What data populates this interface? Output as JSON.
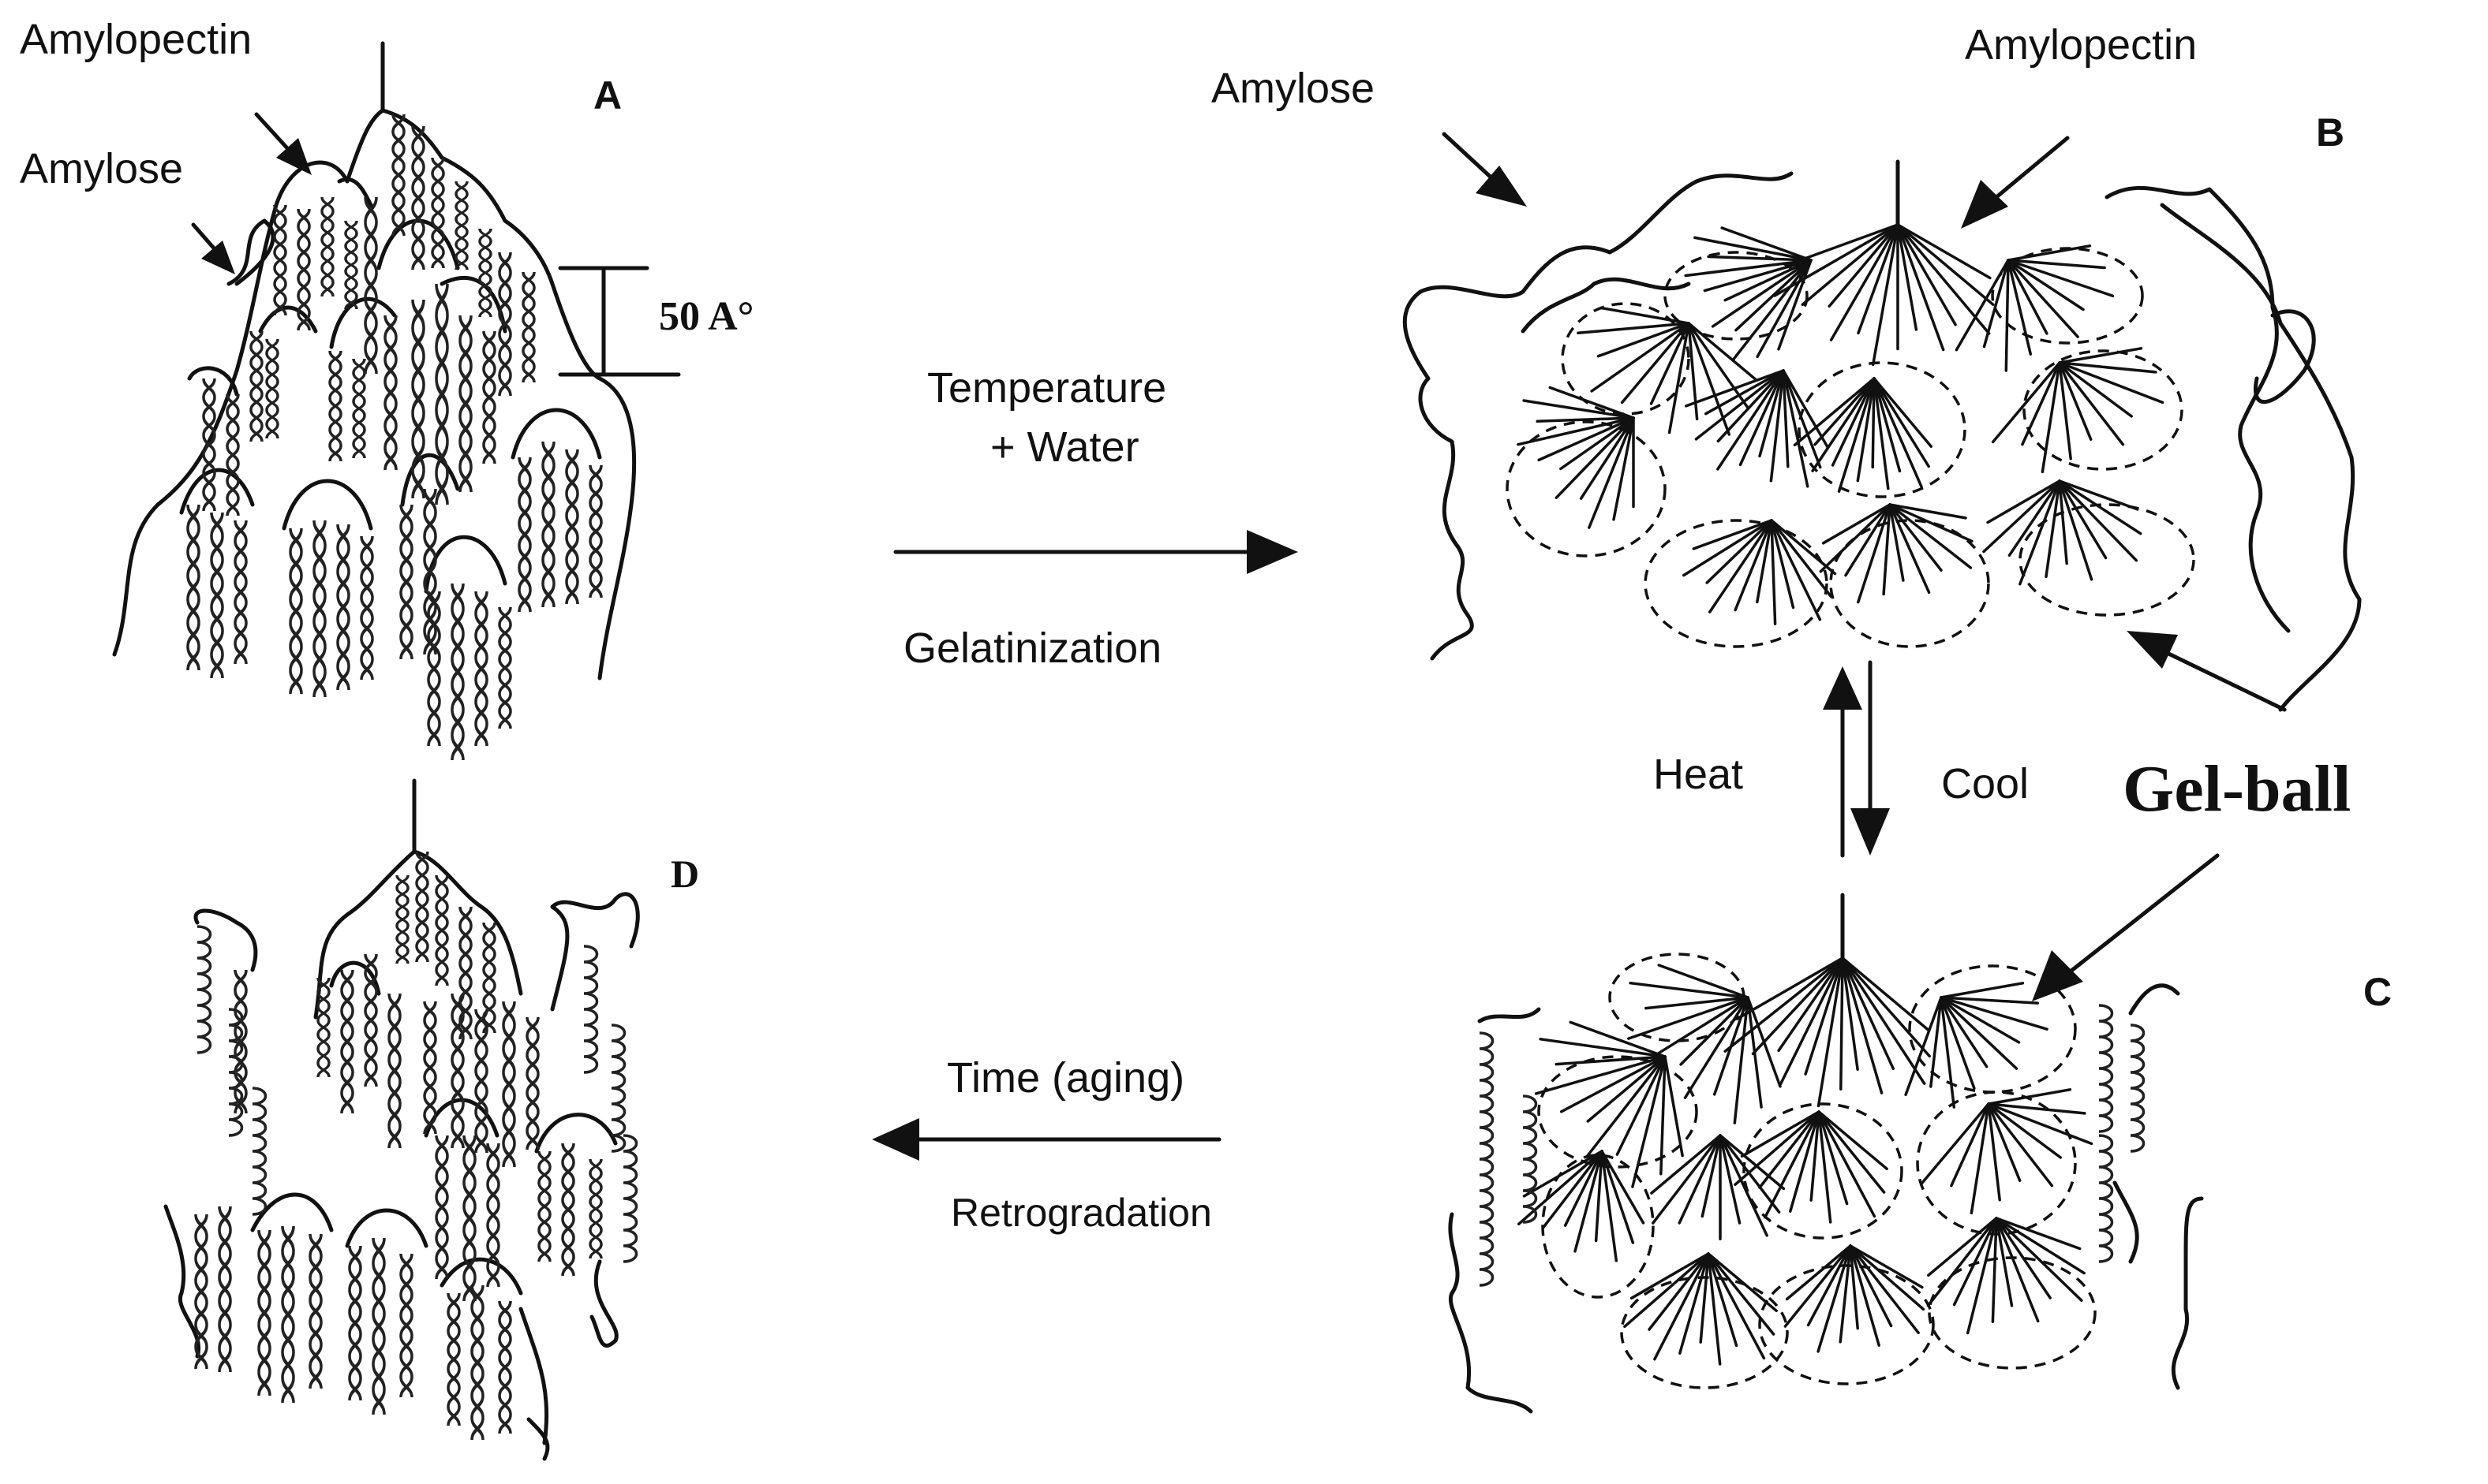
{
  "labels": {
    "a_amylopectin": "Amylopectin",
    "a_amylose": "Amylose",
    "panel_a": "A",
    "scale": "50 A°",
    "b_amylose": "Amylose",
    "b_amylopectin": "Amylopectin",
    "panel_b": "B",
    "temperature": "Temperature",
    "water": "+ Water",
    "gelatinization": "Gelatinization",
    "heat": "Heat",
    "cool": "Cool",
    "gel_ball": "Gel-ball",
    "panel_c": "C",
    "panel_d": "D",
    "time_aging": "Time (aging)",
    "retrogradation": "Retrogradation"
  }
}
